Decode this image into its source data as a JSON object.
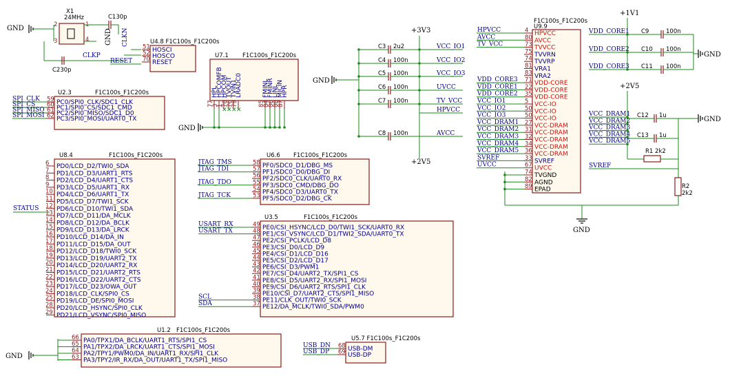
{
  "power": {
    "gnd": "GND",
    "v33": "+3V3",
    "v25": "+2V5",
    "v11": "+1V1"
  },
  "crystal": {
    "ref": "X1",
    "value": "24MHz",
    "pins": [
      "1",
      "2",
      "3",
      "4"
    ],
    "c1_ref": "C130p",
    "c2_ref": "C230p",
    "net_clkn": "CLKN",
    "net_clkp": "CLKP",
    "net_reset": "RESET"
  },
  "u48": {
    "title": "U4.8  F1C100s_F1C200s",
    "pins": [
      {
        "num": "51",
        "name": "HOSCI"
      },
      {
        "num": "52",
        "name": "HOSCO"
      },
      {
        "num": "70",
        "name": "RESET"
      }
    ]
  },
  "u71": {
    "title": "U7.1",
    "subtitle": "F1C100s_F1C200s",
    "pins": [
      {
        "num": "77",
        "name": "HPL"
      },
      {
        "num": "3",
        "name": "HPCOMFB"
      },
      {
        "num": "1",
        "name": "HPCOM"
      },
      {
        "num": "78",
        "name": "TVOUT"
      },
      {
        "num": "76",
        "name": "TVIN1"
      },
      {
        "num": "79",
        "name": "LRADC0"
      },
      {
        "num": "85",
        "name": "FMINL"
      },
      {
        "num": "84",
        "name": "FMINR"
      },
      {
        "num": "86",
        "name": "LINL"
      },
      {
        "num": "88",
        "name": "MICIN"
      },
      {
        "num": "87",
        "name": "HPR"
      }
    ]
  },
  "u23": {
    "title": "U2.3",
    "subtitle": "F1C100s_F1C200s",
    "pins": [
      {
        "num": "59",
        "name": "PC0/SPI0_CLK/SDC1_CLK",
        "net": "SPI_CLK"
      },
      {
        "num": "60",
        "name": "PC1/SPI0_CS/SDC1_CMD",
        "net": "SPI_CS"
      },
      {
        "num": "61",
        "name": "PC2/SPI0_MISO/SDC1_D0",
        "net": "SPI_MISO"
      },
      {
        "num": "62",
        "name": "PC3/SPI0_MOSI/UART0_TX",
        "net": "SPI_MOSI"
      }
    ]
  },
  "u84": {
    "title": "U8.4",
    "subtitle": "F1C100s_F1C200s",
    "pins": [
      {
        "num": "6",
        "name": "PD0/LCD_D2/TWI0_SDA"
      },
      {
        "num": "7",
        "name": "PD1/LCD_D3/UART1_RTS"
      },
      {
        "num": "8",
        "name": "PD2/LCD_D4/UART1_CTS"
      },
      {
        "num": "9",
        "name": "PD3/LCD_D5/UART1_RX"
      },
      {
        "num": "10",
        "name": "PD4/LCD_D6/UART1_TX"
      },
      {
        "num": "11",
        "name": "PD5/LCD_D7/TWI1_SCK"
      },
      {
        "num": "12",
        "name": "PD6/LCD_D10/TWI1_SDA"
      },
      {
        "num": "13",
        "name": "PD7/LCD_D11/DA_MCLK"
      },
      {
        "num": "14",
        "name": "PD8/LCD_D12/DA_BCLK"
      },
      {
        "num": "15",
        "name": "PD9/LCD_D13/DA_LRCK"
      },
      {
        "num": "16",
        "name": "PD10/LCD_D14/DA_IN"
      },
      {
        "num": "17",
        "name": "PD11/LCD_D15/DA_OUT"
      },
      {
        "num": "18",
        "name": "PD12/LCD_D18/TWI0_SCK"
      },
      {
        "num": "19",
        "name": "PD13/LCD_D19/UART2_TX"
      },
      {
        "num": "20",
        "name": "PD14/LCD_D20/UART2_RX"
      },
      {
        "num": "21",
        "name": "PD15/LCD_D21/UART2_RTS"
      },
      {
        "num": "22",
        "name": "PD16/LCD_D22/UART2_CTS"
      },
      {
        "num": "23",
        "name": "PD17/LCD_D23/OWA_OUT"
      },
      {
        "num": "24",
        "name": "PD18/LCD_CLK/SPI0_CS"
      },
      {
        "num": "25",
        "name": "PD19/LCD_DE/SPI0_MOSI"
      },
      {
        "num": "28",
        "name": "PD20/LCD_HSYNC/SPI0_CLK"
      },
      {
        "num": "29",
        "name": "PD21/LCD_VSYNC/SPI0_MISO"
      }
    ],
    "net_status": "STATUS"
  },
  "u66": {
    "title": "U6.6",
    "subtitle": "F1C100s_F1C200s",
    "pins": [
      {
        "num": "58",
        "name": "PF0/SDC0_D1/DBG_MS",
        "net": "JTAG_TMS"
      },
      {
        "num": "57",
        "name": "PF1/SDC0_D0/DBG_DI",
        "net": "JTAG_TDI"
      },
      {
        "num": "56",
        "name": "PF2/SDC0_CLK/UART0_RX",
        "net": ""
      },
      {
        "num": "55",
        "name": "PF3/SDC0_CMD/DBG_DO",
        "net": "JTAG_TDO"
      },
      {
        "num": "54",
        "name": "PF4/SDC0_D3/UART0_TX",
        "net": ""
      },
      {
        "num": "53",
        "name": "PF5/SDC0_D2/DBG_CK",
        "net": "JTAG_TCK"
      }
    ]
  },
  "u35": {
    "title": "U3.5",
    "subtitle": "F1C100s_F1C200s",
    "pins": [
      {
        "num": "49",
        "name": "PE0/CSI_HSYNC/LCD_D0/TWI1_SCK/UART0_RX",
        "net": "USART_RX"
      },
      {
        "num": "48",
        "name": "PE1/CSI_VSYNC/LCD_D1/TWI2_SDA/UART0_TX",
        "net": "USART_TX"
      },
      {
        "num": "47",
        "name": "PE2/CSI_PCLK/LCD_D8",
        "net": ""
      },
      {
        "num": "46",
        "name": "PE3/CSI_D0/LCD_D9",
        "net": ""
      },
      {
        "num": "45",
        "name": "PE4/CSI_D1/LCD_D16",
        "net": ""
      },
      {
        "num": "44",
        "name": "PE5/CSI_D2/LCD_D17",
        "net": ""
      },
      {
        "num": "43",
        "name": "PE6/CSI_D3/PWM1",
        "net": ""
      },
      {
        "num": "42",
        "name": "PE7/CSI_D4/UART2_TX/SPI1_CS",
        "net": ""
      },
      {
        "num": "41",
        "name": "PE8/CSI_D5/UART2_RX/SPI1_MOSI",
        "net": ""
      },
      {
        "num": "40",
        "name": "PE9/CSI_D6/UART2_RTS/SPI1_CLK",
        "net": ""
      },
      {
        "num": "39",
        "name": "PE10/CSI_D7/UART2_CTS/SPI1_MISO",
        "net": ""
      },
      {
        "num": "38",
        "name": "PE11/CLK_OUT/TWI0_SCK",
        "net": "SCL"
      },
      {
        "num": "37",
        "name": "PE12/DA_MCLK/TWI0_SDA/PWM0",
        "net": "SDA"
      }
    ]
  },
  "u12": {
    "title": "U1.2",
    "subtitle": "F1C100s_F1C200s",
    "pins": [
      {
        "num": "66",
        "name": "PA0/TPX1/DA_BCLK/UART1_RTS/SPI1_CS"
      },
      {
        "num": "65",
        "name": "PA1/TPX2/DA_LRCK/UART1_CTS/SPI1_MOSI"
      },
      {
        "num": "64",
        "name": "PA2/TPY1/PWM0/DA_IN/UART1_RX/SPI1_CLK"
      },
      {
        "num": "63",
        "name": "PA3/TPY2/IR_RX/DA_OUT/UART1_TX/SPI1_MISO"
      }
    ]
  },
  "u57": {
    "title": "U5.7  F1C100s_F1C200s",
    "pins": [
      {
        "num": "68",
        "name": "USB-DM",
        "net": "USB_DN"
      },
      {
        "num": "69",
        "name": "USB-DP",
        "net": "USB_DP"
      }
    ]
  },
  "caps_mid": {
    "items": [
      {
        "ref": "C3",
        "val": "2u2",
        "net": "VCC_IO1"
      },
      {
        "ref": "C4",
        "val": "100n",
        "net": "VCC_IO2"
      },
      {
        "ref": "C5",
        "val": "100n",
        "net": "VCC_IO3"
      },
      {
        "ref": "C6",
        "val": "100n",
        "net": "UVCC"
      },
      {
        "ref": "C7",
        "val": "100n",
        "net": "TV_VCC"
      },
      {
        "ref": "",
        "val": "",
        "net": "HPVCC"
      },
      {
        "ref": "C8",
        "val": "100n",
        "net": "AVCC"
      }
    ]
  },
  "u99": {
    "title": "F1C100s_F1C200s",
    "ref": "U9.9",
    "pins": [
      {
        "num": "4",
        "name": "HPVCC",
        "net": "HPVCC",
        "color": "red"
      },
      {
        "num": "80",
        "name": "AVCC",
        "net": "AVCC",
        "color": "red"
      },
      {
        "num": "73",
        "name": "TVVCC",
        "net": "TV_VCC",
        "color": "red"
      },
      {
        "num": "75",
        "name": "TVVRN",
        "net": "",
        "color": "blue"
      },
      {
        "num": "74",
        "name": "TVVRP",
        "net": "",
        "color": "blue"
      },
      {
        "num": "81",
        "name": "VRA1",
        "net": "",
        "color": "blue"
      },
      {
        "num": "83",
        "name": "VRA2",
        "net": "",
        "color": "blue"
      },
      {
        "num": "71",
        "name": "VDD-CORE",
        "net": "VDD_CORE3",
        "color": "red"
      },
      {
        "num": "22",
        "name": "VDD-CORE",
        "net": "VDD_CORE1",
        "color": "red"
      },
      {
        "num": "35",
        "name": "VDD-CORE",
        "net": "VDD_CORE2",
        "color": "red"
      },
      {
        "num": "5",
        "name": "VCC-IO",
        "net": "VCC_IO1",
        "color": "red"
      },
      {
        "num": "50",
        "name": "VCC-IO",
        "net": "VCC_IO2",
        "color": "red"
      },
      {
        "num": "50",
        "name": "VCC-IO",
        "net": "VCC_IO3",
        "color": "red"
      },
      {
        "num": "27",
        "name": "VCC-DRAM",
        "net": "VCC_DRAM1",
        "color": "red"
      },
      {
        "num": "31",
        "name": "VCC-DRAM",
        "net": "VCC_DRAM2",
        "color": "red"
      },
      {
        "num": "32",
        "name": "VCC-DRAM",
        "net": "VCC_DRAM3",
        "color": "red"
      },
      {
        "num": "34",
        "name": "VCC-DRAM",
        "net": "VCC_DRAM4",
        "color": "red"
      },
      {
        "num": "36",
        "name": "VCC-DRAM",
        "net": "VCC_DRAM5",
        "color": "red"
      },
      {
        "num": "33",
        "name": "SVREF",
        "net": "SVREF",
        "color": "blue"
      },
      {
        "num": "67",
        "name": "UVCC",
        "net": "UVCC",
        "color": "red"
      },
      {
        "num": "74",
        "name": "TVGND",
        "net": "",
        "color": "black"
      },
      {
        "num": "82",
        "name": "AGND",
        "net": "",
        "color": "black"
      },
      {
        "num": "89",
        "name": "EPAD",
        "net": "",
        "color": "black"
      }
    ],
    "net_hpvcc": "HPVCC",
    "net_avcc": "AVCC",
    "net_tvvcc": "TV_VCC"
  },
  "caps_right": {
    "core": [
      {
        "ref": "C9",
        "val": "100n",
        "net": "VDD_CORE1"
      },
      {
        "ref": "C10",
        "val": "100n",
        "net": "VDD_CORE2"
      },
      {
        "ref": "C11",
        "val": "100n",
        "net": "VDD_CORE3"
      }
    ],
    "dram": [
      {
        "ref": "C12",
        "val": "1u"
      },
      {
        "ref": "C13",
        "val": "1u"
      }
    ],
    "dram_nets": [
      "VCC_DRAM1",
      "VCC_DRAM2",
      "VCC_DRAM3",
      "VCC_DRAM4",
      "VCC_DRAM5"
    ],
    "r1": {
      "ref": "R1",
      "val": "2k2"
    },
    "r2": {
      "ref": "R2",
      "val": "2k2"
    },
    "net_svref": "SVREF"
  }
}
